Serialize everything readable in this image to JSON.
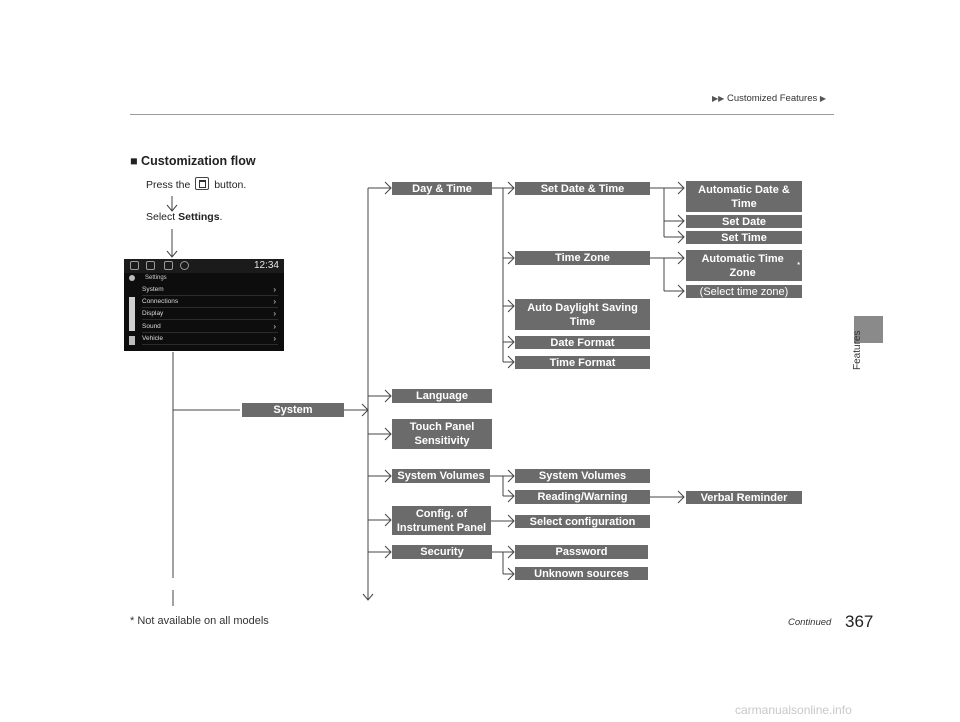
{
  "header": {
    "breadcrumb": "Customized Features",
    "side_tab_label": "Features"
  },
  "section_title": "Customization flow",
  "instructions": {
    "press_prefix": "Press the",
    "press_suffix": "button.",
    "select_prefix": "Select",
    "select_target": "Settings",
    "select_suffix": "."
  },
  "screen": {
    "clock": "12:34",
    "title": "Settings",
    "items": [
      "System",
      "Connections",
      "Display",
      "Sound",
      "Vehicle"
    ]
  },
  "flow": {
    "root": "System",
    "level1": {
      "day_time": "Day & Time",
      "language": "Language",
      "touch_panel": "Touch Panel Sensitivity",
      "system_volumes": "System Volumes",
      "config_panel": "Config. of Instrument Panel",
      "security": "Security"
    },
    "level2": {
      "set_date_time": "Set Date & Time",
      "time_zone": "Time Zone",
      "auto_dst": "Auto Daylight Saving Time",
      "date_format": "Date Format",
      "time_format": "Time Format",
      "system_volumes": "System Volumes",
      "reading_warning": "Reading/Warning",
      "select_configuration": "Select configuration",
      "password": "Password",
      "unknown_sources": "Unknown sources"
    },
    "level3": {
      "auto_date_time": "Automatic Date & Time",
      "set_date": "Set Date",
      "set_time": "Set Time",
      "auto_time_zone": "Automatic Time Zone",
      "select_time_zone": "(Select time zone)",
      "verbal_reminder": "Verbal Reminder"
    },
    "footnote_mark": "*"
  },
  "footer": {
    "footnote": "* Not available on all models",
    "continued": "Continued",
    "page_number": "367"
  },
  "watermark": "carmanualsonline.info"
}
